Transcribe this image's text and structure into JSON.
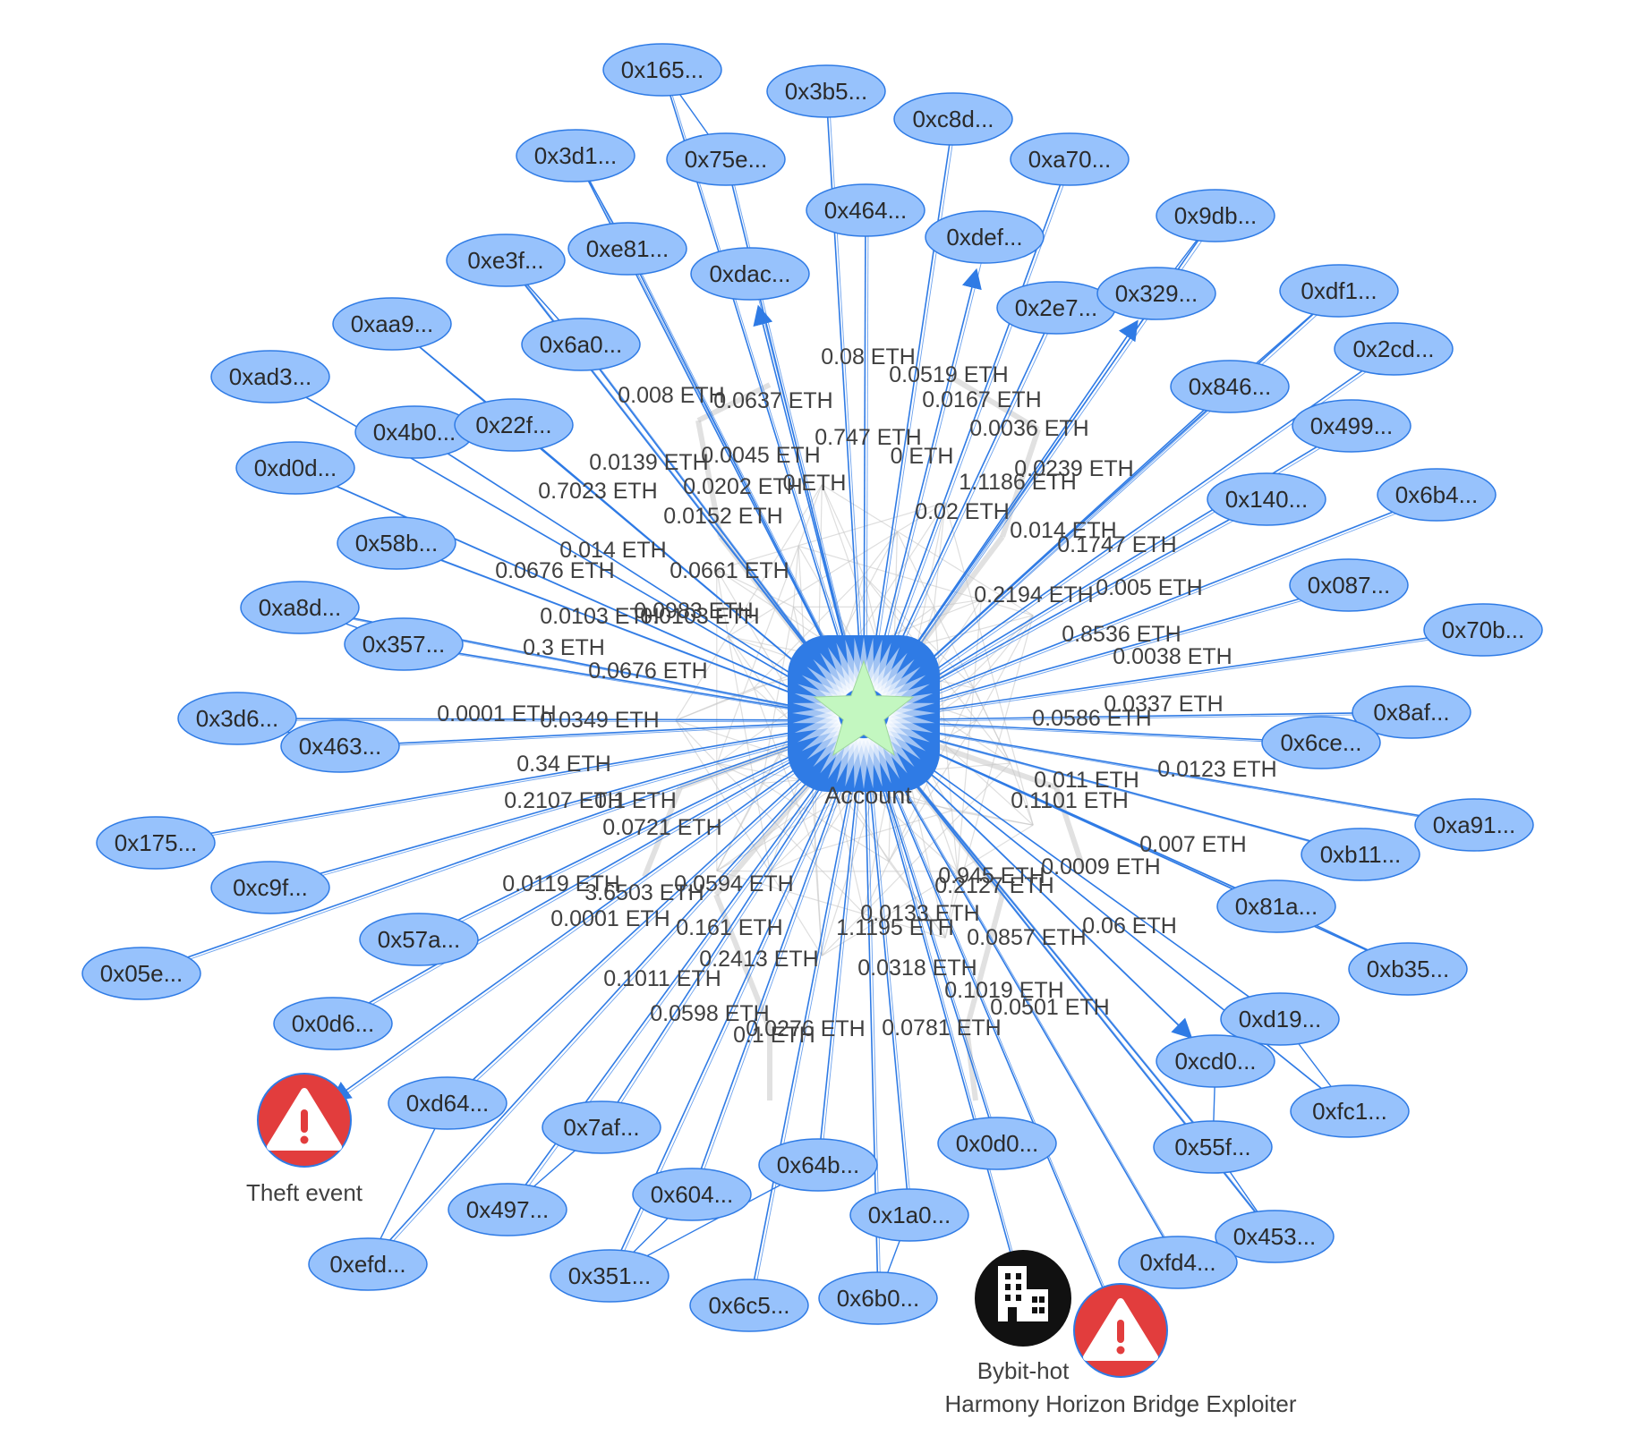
{
  "diagram": {
    "center_label": "Account",
    "colors": {
      "edge": "#2f7be5",
      "node_fill": "#97c2fc",
      "node_stroke": "#2f7be5",
      "hub_fill": "#2f7be5",
      "star": "#c3f7c0",
      "alert": "#e23d3d",
      "building": "#111111",
      "mesh": "#c8c8c8"
    },
    "nodes": [
      {
        "id": "n1",
        "label": "0x165..."
      },
      {
        "id": "n2",
        "label": "0x3b5..."
      },
      {
        "id": "n3",
        "label": "0xc8d..."
      },
      {
        "id": "n4",
        "label": "0x3d1..."
      },
      {
        "id": "n5",
        "label": "0x75e..."
      },
      {
        "id": "n6",
        "label": "0xa70..."
      },
      {
        "id": "n7",
        "label": "0x464..."
      },
      {
        "id": "n8",
        "label": "0x9db..."
      },
      {
        "id": "n9",
        "label": "0xe81..."
      },
      {
        "id": "n10",
        "label": "0xdef..."
      },
      {
        "id": "n11",
        "label": "0xe3f..."
      },
      {
        "id": "n12",
        "label": "0xdac..."
      },
      {
        "id": "n13",
        "label": "0xdf1..."
      },
      {
        "id": "n14",
        "label": "0x2e7..."
      },
      {
        "id": "n15",
        "label": "0x329..."
      },
      {
        "id": "n16",
        "label": "0xaa9..."
      },
      {
        "id": "n17",
        "label": "0x6a0..."
      },
      {
        "id": "n18",
        "label": "0x2cd..."
      },
      {
        "id": "n19",
        "label": "0xad3..."
      },
      {
        "id": "n20",
        "label": "0x846..."
      },
      {
        "id": "n21",
        "label": "0x4b0..."
      },
      {
        "id": "n22",
        "label": "0x22f..."
      },
      {
        "id": "n23",
        "label": "0x499..."
      },
      {
        "id": "n24",
        "label": "0xd0d..."
      },
      {
        "id": "n25",
        "label": "0x140..."
      },
      {
        "id": "n26",
        "label": "0x6b4..."
      },
      {
        "id": "n27",
        "label": "0x58b..."
      },
      {
        "id": "n28",
        "label": "0x087..."
      },
      {
        "id": "n29",
        "label": "0xa8d..."
      },
      {
        "id": "n30",
        "label": "0x70b..."
      },
      {
        "id": "n31",
        "label": "0x357..."
      },
      {
        "id": "n32",
        "label": "0x3d6..."
      },
      {
        "id": "n33",
        "label": "0x8af..."
      },
      {
        "id": "n34",
        "label": "0x463..."
      },
      {
        "id": "n35",
        "label": "0x6ce..."
      },
      {
        "id": "n36",
        "label": "0xa91..."
      },
      {
        "id": "n37",
        "label": "0x175..."
      },
      {
        "id": "n38",
        "label": "0xb11..."
      },
      {
        "id": "n39",
        "label": "0xc9f..."
      },
      {
        "id": "n40",
        "label": "0x81a..."
      },
      {
        "id": "n41",
        "label": "0x57a..."
      },
      {
        "id": "n42",
        "label": "0xb35..."
      },
      {
        "id": "n43",
        "label": "0x05e..."
      },
      {
        "id": "n44",
        "label": "0xd19..."
      },
      {
        "id": "n45",
        "label": "0x0d6..."
      },
      {
        "id": "n46",
        "label": "0xcd0..."
      },
      {
        "id": "n47",
        "label": "0xfc1..."
      },
      {
        "id": "n48",
        "label": "0xd64..."
      },
      {
        "id": "n49",
        "label": "0x7af..."
      },
      {
        "id": "n50",
        "label": "0x0d0..."
      },
      {
        "id": "n51",
        "label": "0x55f..."
      },
      {
        "id": "n52",
        "label": "0x64b..."
      },
      {
        "id": "n53",
        "label": "0x604..."
      },
      {
        "id": "n54",
        "label": "0x497..."
      },
      {
        "id": "n55",
        "label": "0x1a0..."
      },
      {
        "id": "n56",
        "label": "0x453..."
      },
      {
        "id": "n57",
        "label": "0xfd4..."
      },
      {
        "id": "n58",
        "label": "0xefd..."
      },
      {
        "id": "n59",
        "label": "0x351..."
      },
      {
        "id": "n60",
        "label": "0x6c5..."
      },
      {
        "id": "n61",
        "label": "0x6b0..."
      }
    ],
    "special_nodes": [
      {
        "id": "s1",
        "type": "alert",
        "labels": [
          "Theft event"
        ]
      },
      {
        "id": "s2",
        "type": "building",
        "labels": [
          "Bybit-hot"
        ]
      },
      {
        "id": "s3",
        "type": "alert",
        "labels": [
          "Harmony Horizon Bridge Exploiter"
        ]
      }
    ],
    "edge_labels": [
      "0.08 ETH",
      "0.0519 ETH",
      "0.008 ETH",
      "0.0637 ETH",
      "0.0167 ETH",
      "0.747 ETH",
      "0.0036 ETH",
      "0.0139 ETH",
      "0.0045 ETH",
      "0 ETH",
      "0.0239 ETH",
      "0.7023 ETH",
      "0.0202 ETH",
      "0 ETH",
      "1.1186 ETH",
      "0.0152 ETH",
      "0.02 ETH",
      "0.014 ETH",
      "0.014 ETH",
      "0.1747 ETH",
      "0.0676 ETH",
      "0.0661 ETH",
      "0.2194 ETH",
      "0.0103 ETH",
      "0.005 ETH",
      "0.0103 ETH",
      "0.0983 ETH",
      "0.8536 ETH",
      "0.3 ETH",
      "0.0038 ETH",
      "0.0676 ETH",
      "0.0337 ETH",
      "0.0001 ETH",
      "0.0349 ETH",
      "0.0586 ETH",
      "0.34 ETH",
      "0.0123 ETH",
      "0.011 ETH",
      "0.2107 ETH",
      "0.1 ETH",
      "0.1101 ETH",
      "0.0721 ETH",
      "0.007 ETH",
      "0.0009 ETH",
      "0.0119 ETH",
      "0.0594 ETH",
      "0.945 ETH",
      "0.2127 ETH",
      "3.6503 ETH",
      "0.0001 ETH",
      "0.0133 ETH",
      "0.161 ETH",
      "1.1195 ETH",
      "0.0857 ETH",
      "0.06 ETH",
      "0.2413 ETH",
      "0.0318 ETH",
      "0.1011 ETH",
      "0.1019 ETH",
      "0.0501 ETH",
      "0.0598 ETH",
      "0.0276 ETH",
      "0.0781 ETH",
      "0.1 ETH"
    ]
  }
}
